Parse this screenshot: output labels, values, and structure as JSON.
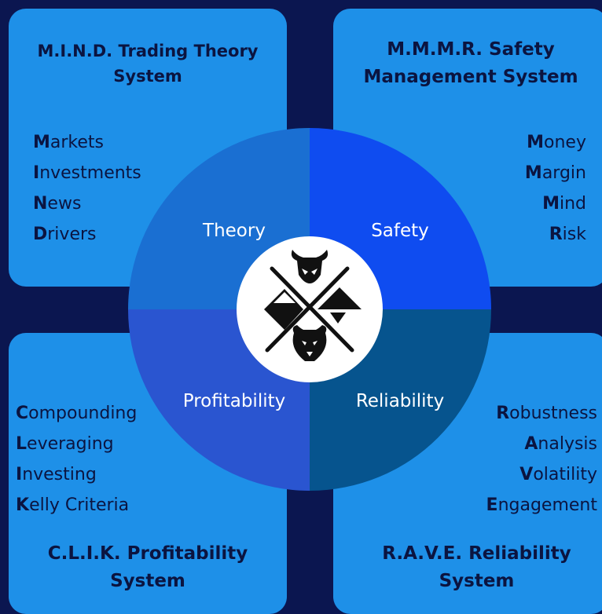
{
  "cards": {
    "top_left": {
      "title_line1": "M.I.N.D. Trading Theory",
      "title_line2": "System",
      "items": [
        {
          "initial": "M",
          "rest": "arkets"
        },
        {
          "initial": "I",
          "rest": "nvestments"
        },
        {
          "initial": "N",
          "rest": "ews"
        },
        {
          "initial": "D",
          "rest": "rivers"
        }
      ]
    },
    "top_right": {
      "title_line1": "M.M.M.R. Safety",
      "title_line2": "Management System",
      "items": [
        {
          "initial": "M",
          "rest": "oney"
        },
        {
          "initial": "M",
          "rest": "argin"
        },
        {
          "initial": "M",
          "rest": "ind"
        },
        {
          "initial": "R",
          "rest": "isk"
        }
      ]
    },
    "bottom_left": {
      "title_line1": "C.L.I.K. Profitability",
      "title_line2": "System",
      "items": [
        {
          "initial": "C",
          "rest": "ompounding"
        },
        {
          "initial": "L",
          "rest": "everaging"
        },
        {
          "initial": "I",
          "rest": "nvesting"
        },
        {
          "initial": "K",
          "rest": "elly Criteria"
        }
      ]
    },
    "bottom_right": {
      "title_line1": "R.A.V.E. Reliability",
      "title_line2": "System",
      "items": [
        {
          "initial": "R",
          "rest": "obustness"
        },
        {
          "initial": "A",
          "rest": "nalysis"
        },
        {
          "initial": "V",
          "rest": "olatility"
        },
        {
          "initial": "E",
          "rest": "ngagement"
        }
      ]
    }
  },
  "wheel": {
    "theory": "Theory",
    "safety": "Safety",
    "profitability": "Profitability",
    "reliability": "Reliability",
    "colors": {
      "theory": "#1a6fd2",
      "safety": "#0f4cf0",
      "profitability": "#2a55d0",
      "reliability": "#06548e"
    }
  },
  "logo": {
    "icon": "bull-bear-crossed-logo-icon"
  }
}
